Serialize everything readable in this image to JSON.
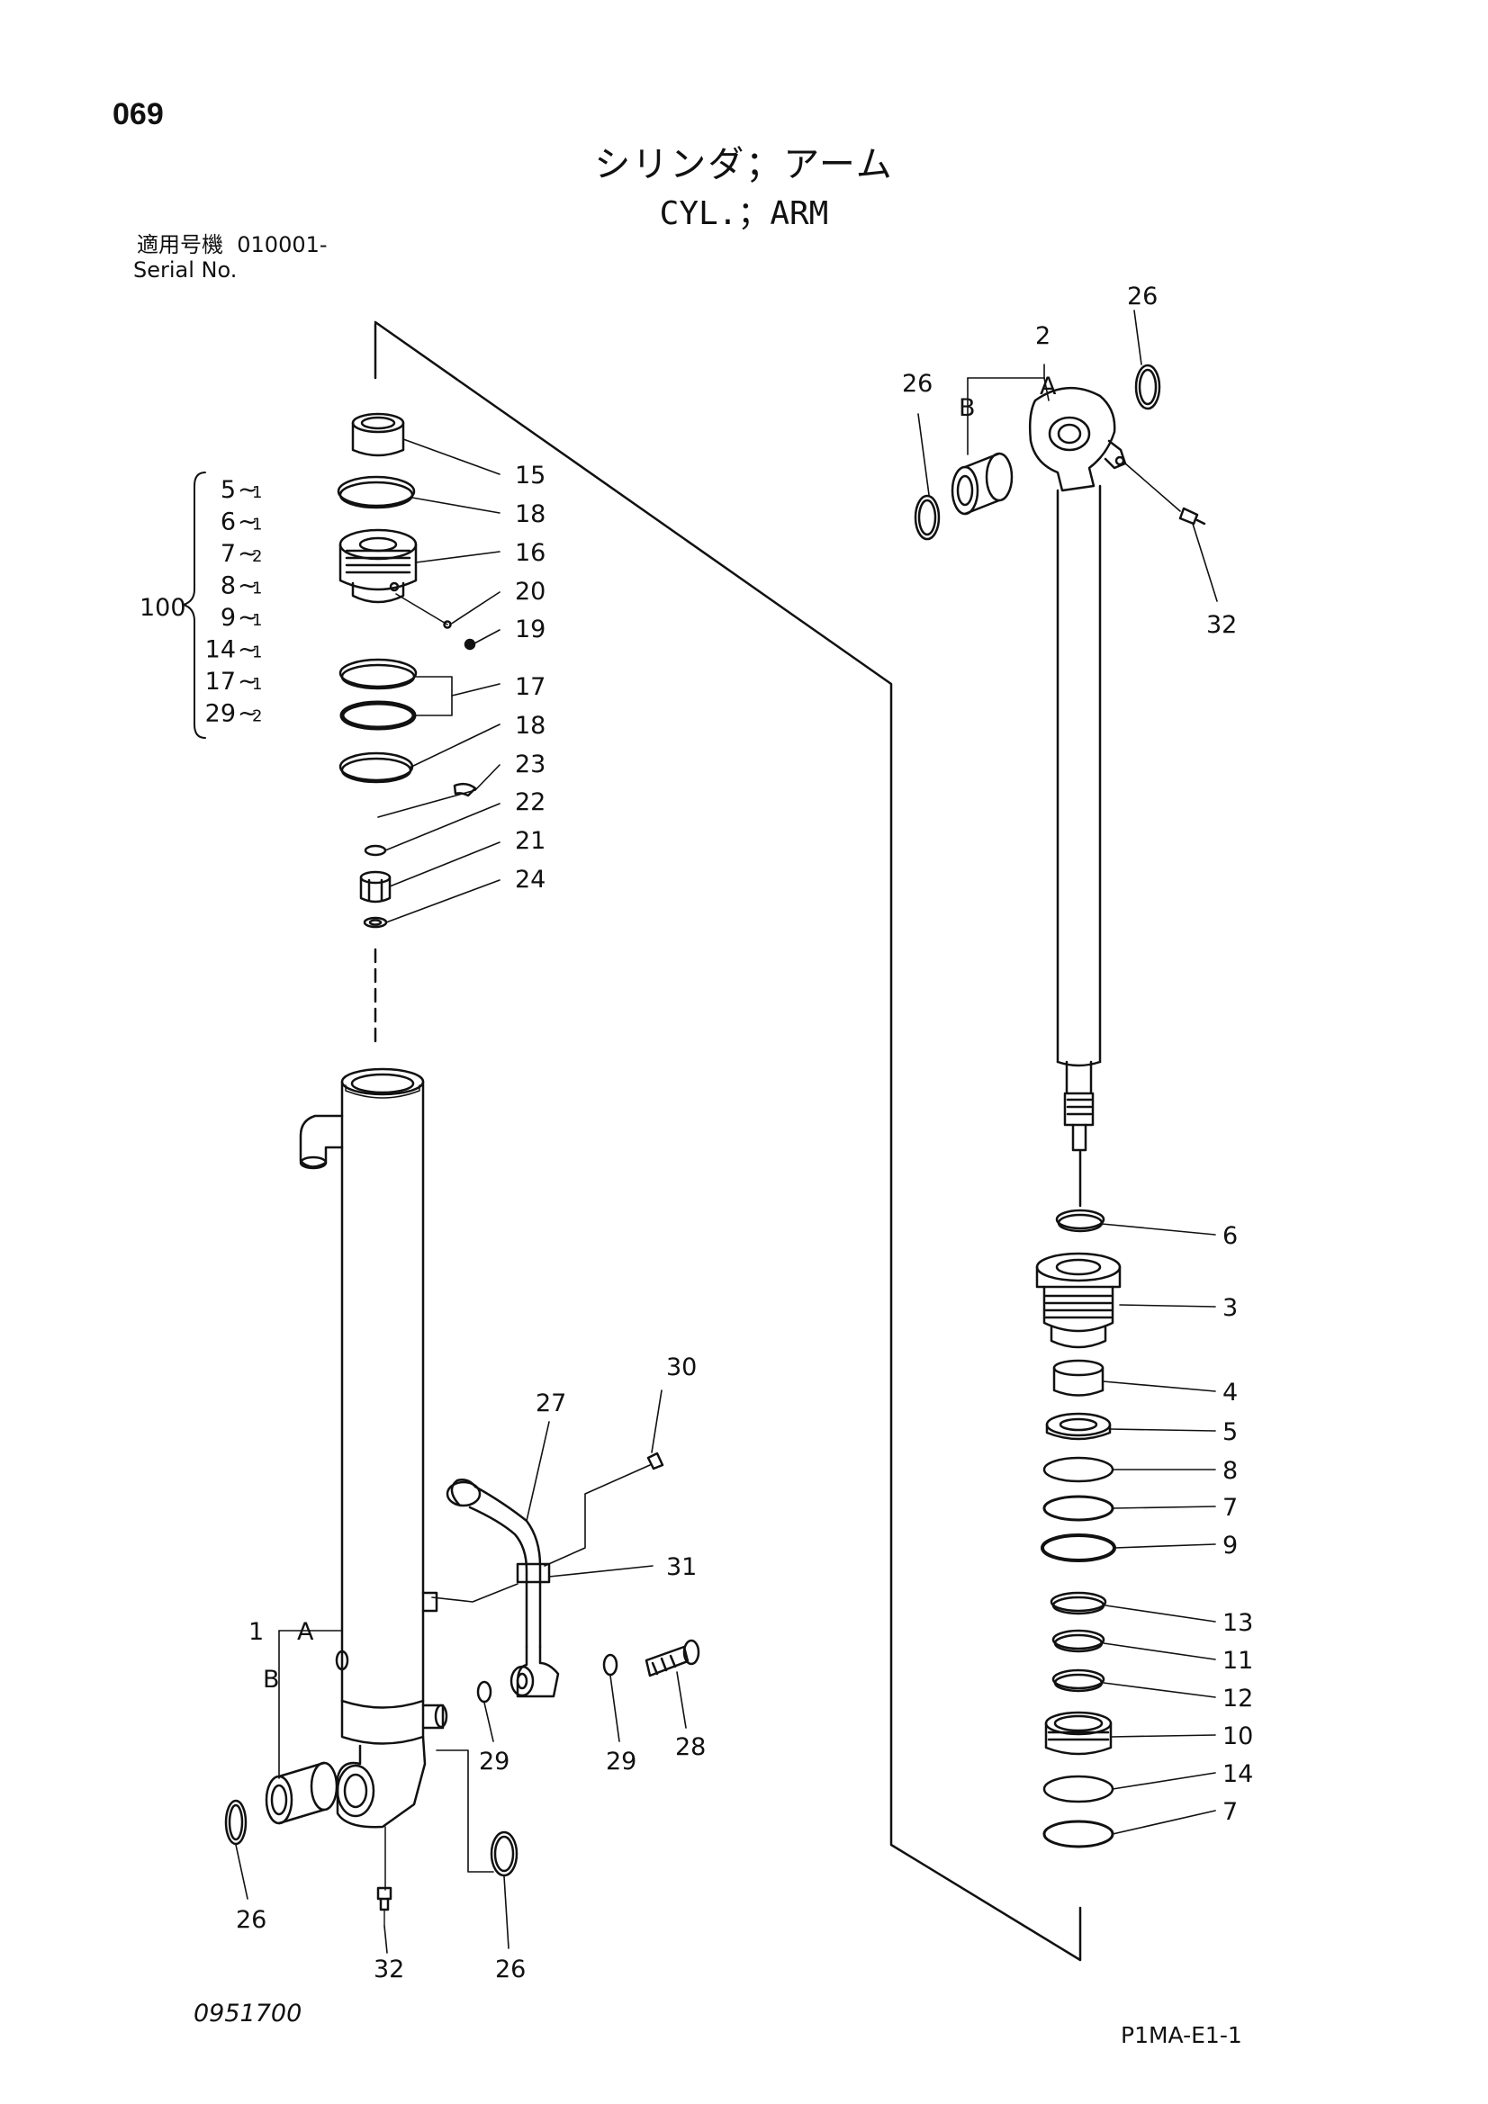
{
  "header": {
    "page_number": "069",
    "title_jp": "シリンダ；アーム",
    "title_en": "CYL.；ARM",
    "serial_label_jp": "適用号機",
    "serial_value": "010001-",
    "serial_label_en": "Serial No."
  },
  "footer": {
    "drawing_code": "0951700",
    "sheet_code": "P1MA-E1-1"
  },
  "kit": {
    "number": "100",
    "items": [
      {
        "part": "5",
        "qty": "1"
      },
      {
        "part": "6",
        "qty": "1"
      },
      {
        "part": "7",
        "qty": "2"
      },
      {
        "part": "8",
        "qty": "1"
      },
      {
        "part": "9",
        "qty": "1"
      },
      {
        "part": "14",
        "qty": "1"
      },
      {
        "part": "17",
        "qty": "1"
      },
      {
        "part": "29",
        "qty": "2"
      }
    ]
  },
  "callouts": {
    "left_top": [
      "15",
      "18",
      "16",
      "20",
      "19",
      "17",
      "18",
      "23",
      "22",
      "21",
      "24"
    ],
    "left_bottom": [
      "30",
      "27",
      "31",
      "1",
      "A",
      "B",
      "29",
      "29",
      "28",
      "26",
      "32",
      "26"
    ],
    "right_top": [
      "26",
      "2",
      "26",
      "A",
      "B",
      "32"
    ],
    "right_bottom": [
      "6",
      "3",
      "4",
      "5",
      "8",
      "7",
      "9",
      "13",
      "11",
      "12",
      "10",
      "14",
      "7"
    ]
  },
  "colors": {
    "ink": "#111111",
    "paper": "#ffffff"
  }
}
